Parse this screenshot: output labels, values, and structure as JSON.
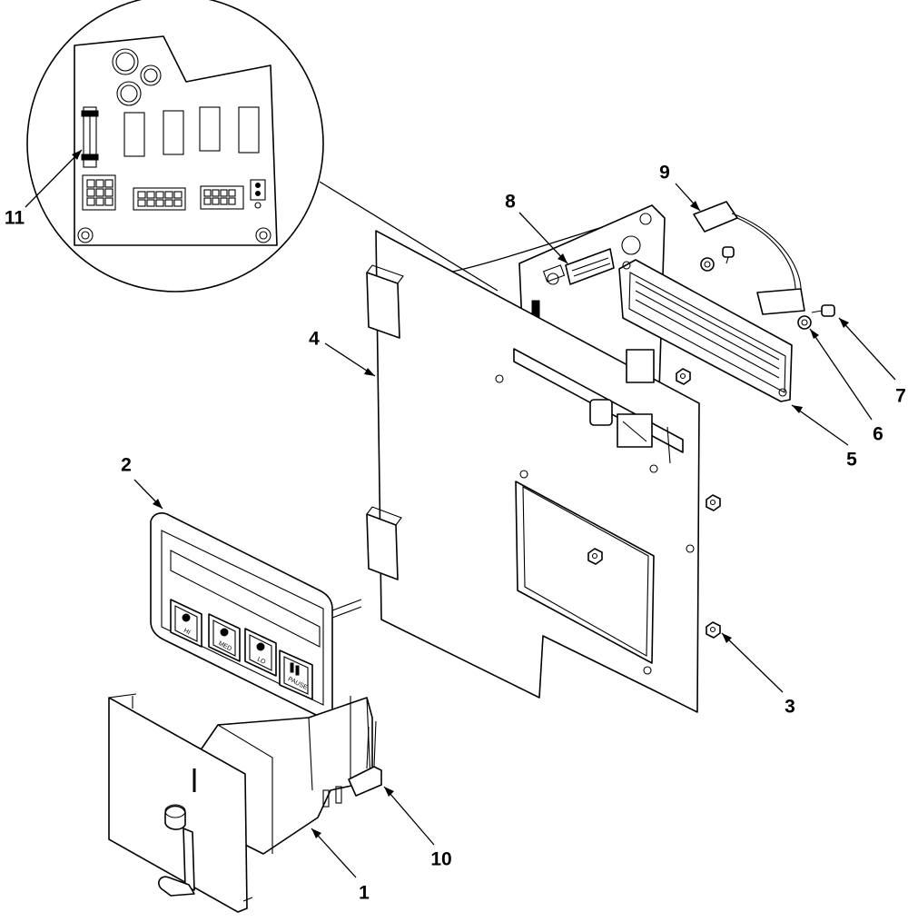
{
  "callouts": {
    "c1": "1",
    "c2": "2",
    "c3": "3",
    "c4": "4",
    "c5": "5",
    "c6": "6",
    "c7": "7",
    "c8": "8",
    "c9": "9",
    "c10": "10",
    "c11": "11"
  },
  "keypad_keys": [
    {
      "icon": "temperature-icon",
      "label": "HI"
    },
    {
      "icon": "temperature-icon",
      "label": "MED"
    },
    {
      "icon": "temperature-icon",
      "label": "LO"
    },
    {
      "icon": "pause-icon",
      "label": "PAUSE"
    }
  ],
  "colors": {
    "line": "#000000",
    "background": "#ffffff"
  }
}
